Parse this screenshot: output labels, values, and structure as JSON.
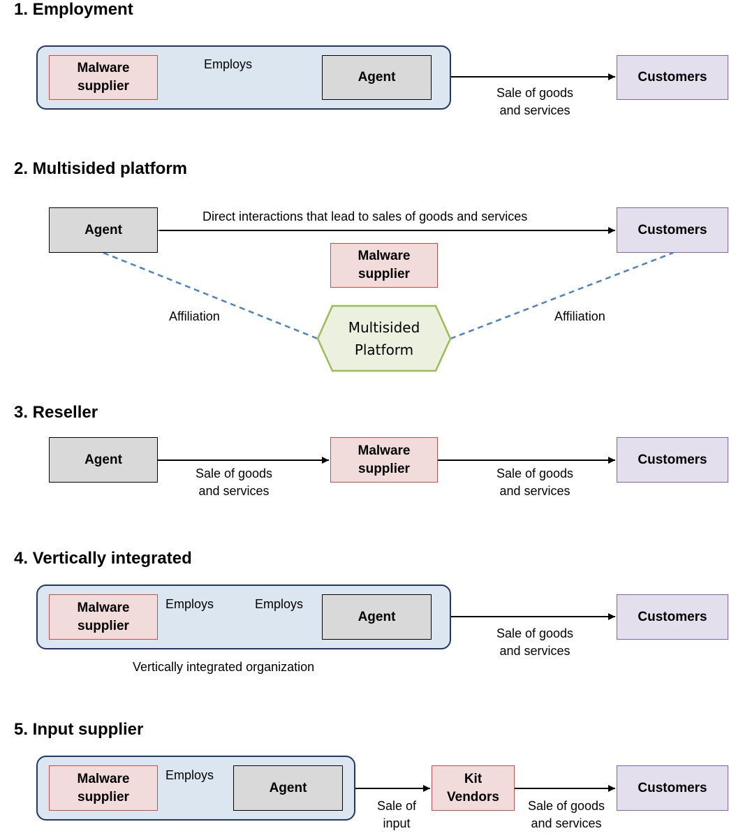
{
  "colors": {
    "malware_fill": "#f2dcdb",
    "malware_border": "#c0504d",
    "agent_fill": "#d9d9d9",
    "customers_fill": "#e4dfec",
    "customers_border": "#8064a2",
    "org_fill": "#dce6f1",
    "org_border": "#1f3864",
    "platform_fill": "#ebf1de",
    "platform_border": "#9bbb59",
    "affiliation_line": "#4f81bd"
  },
  "s1": {
    "title": "1. Employment",
    "malware": "Malware\nsupplier",
    "agent": "Agent",
    "employs": "Employs",
    "customers": "Customers",
    "sale": "Sale of goods\nand services"
  },
  "s2": {
    "title": "2. Multisided platform",
    "agent": "Agent",
    "customers": "Customers",
    "direct": "Direct interactions that lead to sales of goods and services",
    "malware": "Malware\nsupplier",
    "affiliation_left": "Affiliation",
    "affiliation_right": "Affiliation",
    "platform": "Multisided\nPlatform"
  },
  "s3": {
    "title": "3. Reseller",
    "agent": "Agent",
    "sale1": "Sale of goods\nand services",
    "malware": "Malware\nsupplier",
    "sale2": "Sale of goods\nand services",
    "customers": "Customers"
  },
  "s4": {
    "title": "4. Vertically integrated",
    "malware": "Malware\nsupplier",
    "employs1": "Employs",
    "employs2": "Employs",
    "agent": "Agent",
    "customers": "Customers",
    "sale": "Sale of goods\nand services",
    "org_label": "Vertically integrated organization"
  },
  "s5": {
    "title": "5. Input supplier",
    "malware": "Malware\nsupplier",
    "employs": "Employs",
    "agent": "Agent",
    "sale_input": "Sale of\ninput",
    "kit": "Kit\nVendors",
    "sale": "Sale of goods\nand services",
    "customers": "Customers"
  }
}
